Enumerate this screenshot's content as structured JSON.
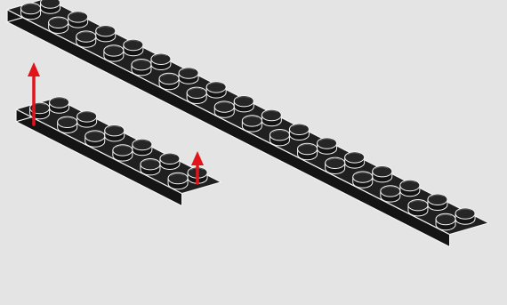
{
  "scene": {
    "background_color": "#e4e4e4",
    "brick_top_color": "#202020",
    "brick_side_color": "#141414",
    "edge_color": "#f2f2f2",
    "stud_top_color": "#262626",
    "stud_side_color": "#141414",
    "arrow_color": "#e3131b"
  },
  "parts": [
    {
      "name": "long-plate-2x16",
      "studs_wide": 2,
      "studs_long": 16
    },
    {
      "name": "short-plate-2x6",
      "studs_wide": 2,
      "studs_long": 6
    }
  ],
  "arrows": [
    {
      "name": "left-attach-arrow",
      "direction": "up"
    },
    {
      "name": "right-attach-arrow",
      "direction": "up"
    }
  ]
}
